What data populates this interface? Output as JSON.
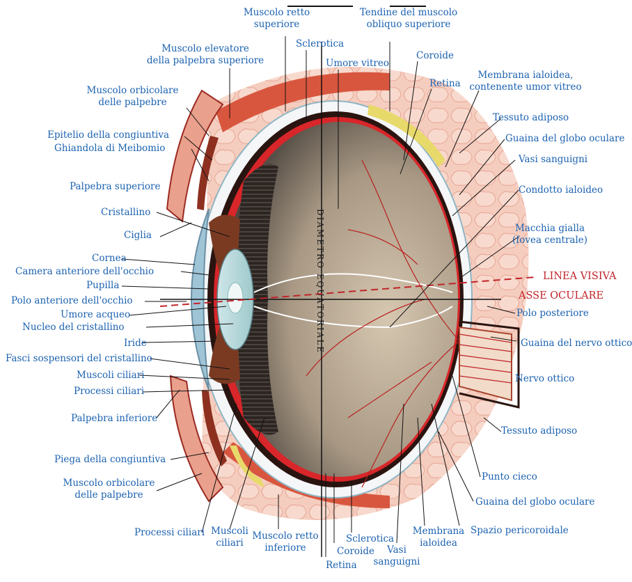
{
  "labels": {
    "retto_sup": "Muscolo retto\nsuperiore",
    "tendine_obl": "Tendine del muscolo\nobliquo superiore",
    "sclerotica_top": "Sclerotica",
    "umore_vitreo": "Umore vitreo",
    "coroide_top": "Coroide",
    "elevatore": "Muscolo elevatore\ndella palpebra superiore",
    "retina_top": "Retina",
    "membrana_ialoidea_top": "Membrana ialoidea,\ncontenente umor vitreo",
    "orbicolare_top": "Muscolo orbicolare\ndelle palpebre",
    "tessuto_adiposo_top": "Tessuto adiposo",
    "epitelio": "Epitelio della congiuntiva",
    "meibomio": "Ghiandola di Meibomio",
    "guaina_globo_top": "Guaina del globo oculare",
    "vasi_top": "Vasi sanguigni",
    "palpebra_sup": "Palpebra superiore",
    "condotto": "Condotto ialoideo",
    "cristallino": "Cristallino",
    "ciglia": "Ciglia",
    "macchia": "Macchia gialla\n(fovea centrale)",
    "cornea": "Cornea",
    "camera_ant": "Camera anteriore dell'occhio",
    "linea_visiva": "LINEA VISIVA",
    "pupilla": "Pupilla",
    "asse": "ASSE OCULARE",
    "polo_ant": "Polo anteriore dell'occhio",
    "umore_acqueo": "Umore acqueo",
    "polo_post": "Polo posteriore",
    "nucleo": "Nucleo del cristallino",
    "iride": "Iride",
    "guaina_nervo": "Guaina del nervo ottico",
    "fasci": "Fasci sospensori del cristallino",
    "muscoli_ciliari_l": "Muscoli ciliari",
    "nervo_ottico": "Nervo ottico",
    "processi_ciliari_l": "Processi ciliari",
    "palpebra_inf": "Palpebra inferiore",
    "tessuto_adiposo_bot": "Tessuto adiposo",
    "piega": "Piega della congiuntiva",
    "punto_cieco": "Punto cieco",
    "orbicolare_bot": "Muscolo orbicolare\ndelle palpebre",
    "guaina_globo_bot": "Guaina del globo oculare",
    "processi_ciliari_b": "Processi ciliari",
    "muscoli_ciliari_b": "Muscoli\nciliari",
    "retto_inf": "Muscolo retto\ninferiore",
    "sclerotica_bot": "Sclerotica",
    "coroide_bot": "Coroide",
    "retina_bot": "Retina",
    "vasi_bot": "Vasi\nsanguigni",
    "membrana_bot": "Membrana\nialoidea",
    "spazio": "Spazio pericoroidale",
    "diametro": "DIAMETRO EQUATORIALE"
  },
  "colors": {
    "label": "#1c62b0",
    "accent_red": "#c0242a",
    "sclera": "#f4f6f8",
    "choroid": "#2a1410",
    "retina": "#d8262a",
    "muscle": "#d9563e",
    "fat": "#f2c4b3",
    "vitreous_dark": "#3b3632",
    "vitreous_light": "#c7b8a4"
  }
}
